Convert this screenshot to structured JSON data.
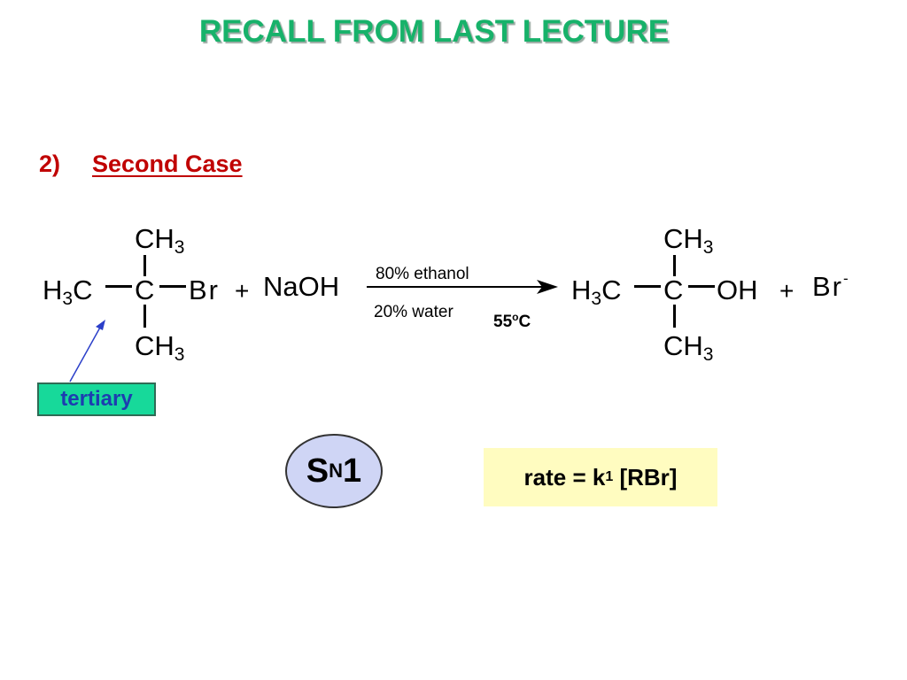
{
  "slide": {
    "title": "RECALL FROM LAST LECTURE",
    "case_number": "2)",
    "case_label": "Second Case"
  },
  "reaction": {
    "reactant": {
      "top_group": "CH",
      "top_group_sub": "3",
      "left_group": "H",
      "left_group_sub": "3",
      "left_group_tail": "C",
      "center": "C",
      "right_group": "Br",
      "bottom_group": "CH",
      "bottom_group_sub": "3"
    },
    "plus_1": "+",
    "reagent": "NaOH",
    "arrow": {
      "solvent_top": "80% ethanol",
      "solvent_bottom": "20% water",
      "temperature_value": "55",
      "temperature_degree": "o",
      "temperature_unit": "C"
    },
    "product": {
      "top_group": "CH",
      "top_group_sub": "3",
      "left_group": "H",
      "left_group_sub": "3",
      "left_group_tail": "C",
      "center": "C",
      "right_group": "OH",
      "bottom_group": "CH",
      "bottom_group_sub": "3"
    },
    "plus_2": "+",
    "byproduct": "Br",
    "byproduct_charge": "-"
  },
  "labels": {
    "tertiary": "tertiary",
    "mechanism_letter": "S",
    "mechanism_sub": "N",
    "mechanism_order": "1",
    "rate_prefix": "rate = k",
    "rate_sub": "1",
    "rate_suffix": " [RBr]"
  },
  "colors": {
    "title": "#17b26a",
    "case": "#c00000",
    "tertiary_fill": "#17d99a",
    "tertiary_text": "#1d3db0",
    "pointer_arrow": "#2b3fc9",
    "oval_fill": "#cfd5f5",
    "rate_fill": "#fffcc0"
  }
}
